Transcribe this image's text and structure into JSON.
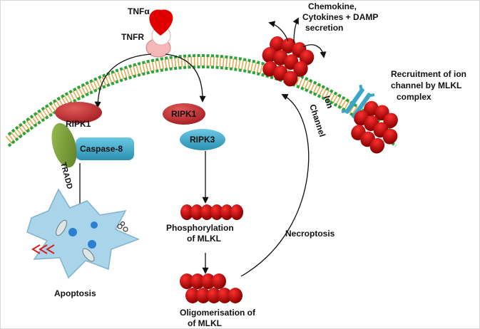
{
  "labels": {
    "tnf_alpha": "TNFα",
    "tnfr": "TNFR",
    "secretion_line1": "Chemokine,",
    "secretion_line2": "Cytokines + DAMP",
    "secretion_line3": "secretion",
    "recruitment_line1": "Recruitment of  ion",
    "recruitment_line2": "channel by MLKL",
    "recruitment_line3": "complex",
    "ion_channel_line1": "Ion",
    "ion_channel_line2": "Channel",
    "ripk1_left": "RIPK1",
    "tradd": "TRADD",
    "caspase8": "Caspase-8",
    "ripk1_mid": "RIPK1",
    "ripk3": "RIPK3",
    "phospho_line1": "Phosphorylation",
    "phospho_line2": "of MLKL",
    "necroptosis": "Necroptosis",
    "oligo_line1": "Oligomerisation of",
    "oligo_line2": "of MLKL",
    "apoptosis": "Apoptosis"
  },
  "colors": {
    "tnf": "#e00000",
    "tnfr": "#f4b8b8",
    "ripk1": "#c9353a",
    "tradd": "#7a9b3a",
    "caspase": "#3aa7c8",
    "ripk3": "#3aa7c8",
    "mlkl": "#c00000",
    "membrane_head": "#2aa33a",
    "membrane_tail": "#e0a84a",
    "cell": "#a9d4ea",
    "ion_channel": "#3aa7c8"
  }
}
